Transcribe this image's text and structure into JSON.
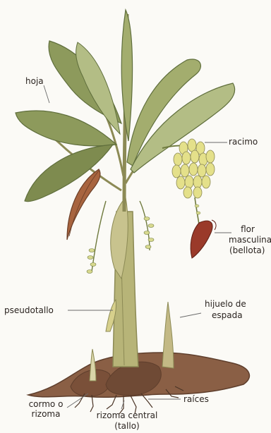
{
  "labels": {
    "hoja": "hoja",
    "racimo": "racimo",
    "flor": "flor",
    "masculina": "masculina",
    "bellota": "(bellota)",
    "pseudotallo": "pseudotallo",
    "hijuelo_1": "hijuelo de",
    "hijuelo_2": "espada",
    "cormo_1": "cormo o",
    "cormo_2": "rizoma",
    "raices": "raíces",
    "rizoma_central_1": "rizoma central",
    "rizoma_central_2": "(tallo)"
  },
  "colors": {
    "leaf": "#8d9a5c",
    "leaf_dark": "#5f6e3c",
    "leaf_light": "#b3bd85",
    "stem": "#b7b478",
    "stem_dark": "#8c8a55",
    "soil": "#8a5f45",
    "soil_dark": "#5e3e2c",
    "banana": "#e4e08a",
    "bellota": "#9a3a2a",
    "pointer": "#6b6b6b"
  }
}
